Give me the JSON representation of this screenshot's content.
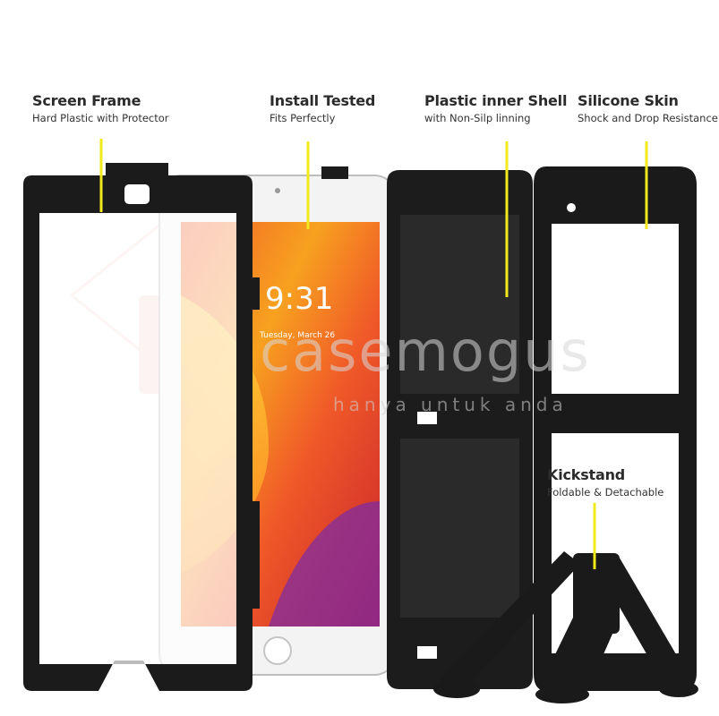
{
  "features": [
    {
      "title": "Screen Frame",
      "subtitle": "Hard Plastic with Protector"
    },
    {
      "title": "Install Tested",
      "subtitle": "Fits Perfectly"
    },
    {
      "title": "Plastic inner Shell",
      "subtitle": "with Non-Silp linning"
    },
    {
      "title": "Silicone Skin",
      "subtitle": "Shock and Drop Resistance"
    },
    {
      "title": "Kickstand",
      "subtitle": "Foldable & Detachable"
    }
  ],
  "screen": {
    "time": "9:31",
    "date": "Tuesday, March 26"
  },
  "watermark": {
    "brand": "casemogus",
    "tagline": "hanya untuk anda"
  },
  "colors": {
    "pointer": "#f2ea1b",
    "frame": "#1a1a1a",
    "background": "#ffffff"
  }
}
